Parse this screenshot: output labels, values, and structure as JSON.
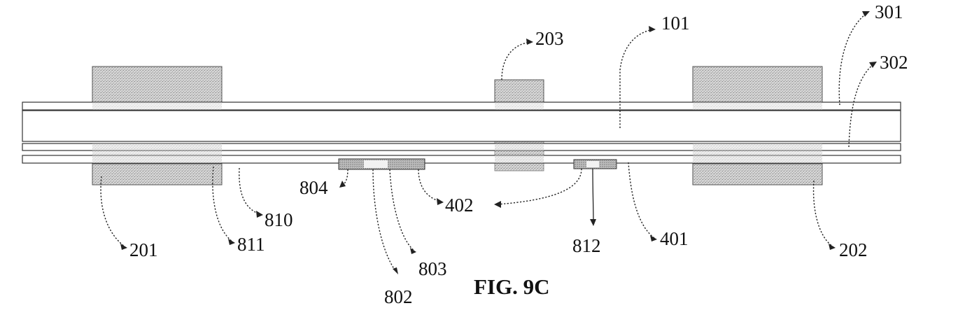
{
  "figure": {
    "title": "FIG. 9C"
  },
  "labels": {
    "l101": "101",
    "l201": "201",
    "l202": "202",
    "l203": "203",
    "l301": "301",
    "l302": "302",
    "l401": "401",
    "l402": "402",
    "l802": "802",
    "l803": "803",
    "l804": "804",
    "l810": "810",
    "l811": "811",
    "l812": "812"
  },
  "colors": {
    "hatch_fill": "#c9c9c9",
    "line": "#333333",
    "background": "#ffffff"
  }
}
